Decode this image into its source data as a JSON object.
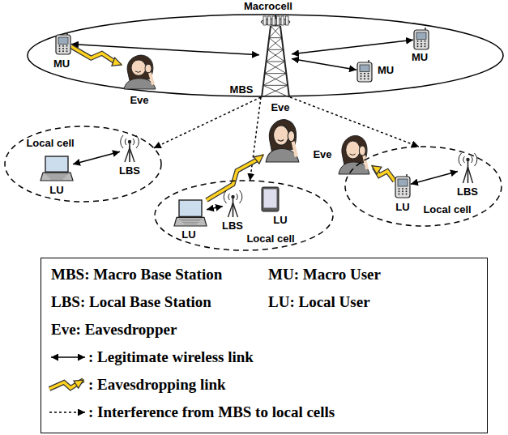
{
  "diagram": {
    "nodes": [
      {
        "text": [
          "Macrocell"
        ]
      },
      {
        "text": [
          "MBS"
        ],
        "in": 0
      },
      {
        "text": [
          "MU"
        ],
        "in": 0
      },
      {
        "text": [
          "Eve"
        ],
        "in": 0
      },
      {
        "text": [
          "MU"
        ],
        "in": 0
      },
      {
        "text": [
          "MU"
        ],
        "in": 0
      },
      {
        "text": [
          "Local cell"
        ]
      },
      {
        "text": [
          "LBS"
        ],
        "in": 6
      },
      {
        "text": [
          "LU"
        ],
        "in": 6
      },
      {
        "text": [
          "Eve"
        ]
      },
      {
        "text": [
          "Eve"
        ]
      },
      {
        "text": [
          "Local cell"
        ]
      },
      {
        "text": [
          "LU"
        ],
        "in": 11
      },
      {
        "text": [
          "LBS"
        ],
        "in": 11
      },
      {
        "text": [
          "LU"
        ],
        "in": 11
      },
      {
        "text": [
          "Local cell"
        ]
      },
      {
        "text": [
          "LU"
        ],
        "in": 15
      },
      {
        "text": [
          "LBS"
        ],
        "in": 15
      }
    ],
    "edges": [
      {
        "from": 1,
        "to": 2,
        "arrow": "both"
      },
      {
        "from": 1,
        "to": 4,
        "arrow": "both"
      },
      {
        "from": 1,
        "to": 5,
        "arrow": "both"
      },
      {
        "from": 2,
        "to": 3,
        "arrow": "to"
      },
      {
        "from": 1,
        "to": 6,
        "arrow": "to"
      },
      {
        "from": 1,
        "to": 11,
        "arrow": "to"
      },
      {
        "from": 1,
        "to": 15,
        "arrow": "to"
      },
      {
        "from": 8,
        "to": 7,
        "arrow": "both"
      },
      {
        "from": 12,
        "to": 13,
        "arrow": "both"
      },
      {
        "from": 12,
        "to": 9,
        "arrow": "to"
      },
      {
        "from": 16,
        "to": 17,
        "arrow": "both"
      },
      {
        "from": 16,
        "to": 10,
        "arrow": "to"
      }
    ],
    "legend": [
      {
        "text": "MBS: Macro Base Station"
      },
      {
        "text": "MU: Macro User"
      },
      {
        "text": "LBS: Local Base Station"
      },
      {
        "text": "LU: Local User"
      },
      {
        "text": "Eve: Eavesdropper"
      },
      {
        "text": ": Legitimate wireless link"
      },
      {
        "text": ": Eavesdropping link"
      },
      {
        "text": ": Interference from MBS to local cells"
      }
    ]
  }
}
